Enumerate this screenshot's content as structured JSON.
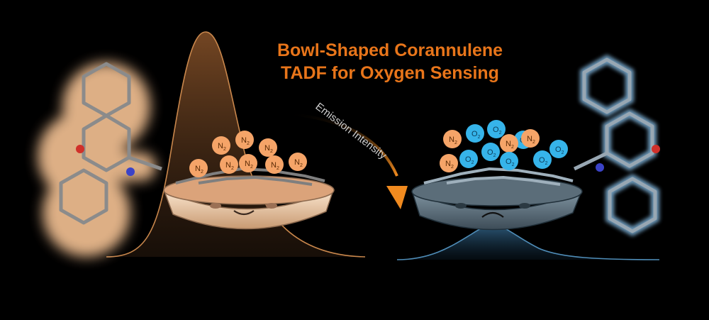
{
  "title": {
    "line1": "Bowl-Shaped Corannulene",
    "line2": "TADF for Oxygen Sensing"
  },
  "arrow_label": "Emission Intensity",
  "left_bowl": {
    "molecules": [
      "N",
      "N",
      "N",
      "N",
      "N",
      "N",
      "N",
      "N"
    ],
    "subscript": "2",
    "face": "smile"
  },
  "right_bowl": {
    "molecules": [
      "N",
      "O",
      "O",
      "O",
      "N",
      "O",
      "O",
      "N",
      "O",
      "N",
      "O",
      "O"
    ],
    "subscript": "2",
    "face": "frown"
  },
  "colors": {
    "title": "#e8751a",
    "arrow": "#f08a1f",
    "nitrogen_ball": "#f5a468",
    "oxygen_ball": "#36b4ea",
    "left_glow": "#f6c394",
    "right_glow": "#7fb3da",
    "heteroatom_N": "#3b43c7",
    "heteroatom_O": "#d0302a",
    "background": "#000000"
  }
}
